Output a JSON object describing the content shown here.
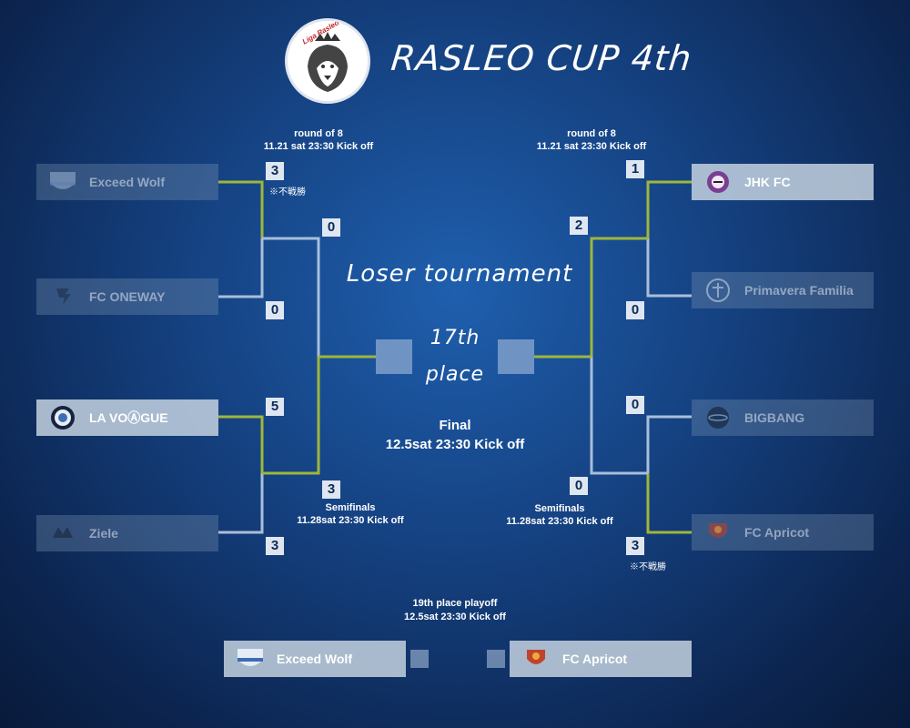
{
  "header": {
    "title": "RASLEO CUP 4th",
    "logo_text": "Liga Rasleo"
  },
  "center": {
    "tournament_title": "Loser tournament",
    "place_line1": "17th",
    "place_line2": "place",
    "final_title": "Final",
    "final_time": "12.5sat 23:30 Kick off"
  },
  "left": {
    "round_title": "round of 8",
    "round_time": "11.21 sat 23:30 Kick off",
    "teams": [
      {
        "name": "Exceed Wolf",
        "score": "3",
        "status": "lose"
      },
      {
        "name": "FC ONEWAY",
        "score": "0",
        "status": "lose"
      },
      {
        "name": "LA VOⒶGUE",
        "score": "5",
        "status": "win"
      },
      {
        "name": "Ziele",
        "score": "3",
        "status": "lose"
      }
    ],
    "walkover_note": "※不戦勝",
    "semi_scores": [
      "0",
      "3"
    ],
    "semi_title": "Semifinals",
    "semi_time": "11.28sat 23:30 Kick off"
  },
  "right": {
    "round_title": "round of 8",
    "round_time": "11.21 sat 23:30 Kick off",
    "teams": [
      {
        "name": "JHK FC",
        "score": "1",
        "status": "win"
      },
      {
        "name": "Primavera Familia",
        "score": "0",
        "status": "lose"
      },
      {
        "name": "BIGBANG",
        "score": "0",
        "status": "lose"
      },
      {
        "name": "FC Apricot",
        "score": "3",
        "status": "lose"
      }
    ],
    "walkover_note": "※不戦勝",
    "semi_scores": [
      "2",
      "0"
    ],
    "semi_title": "Semifinals",
    "semi_time": "11.28sat 23:30 Kick off"
  },
  "playoff": {
    "title": "19th place playoff",
    "time": "12.5sat 23:30 Kick off",
    "team_left": "Exceed Wolf",
    "team_right": "FC Apricot"
  },
  "colors": {
    "winner_line": "#9fb63c",
    "loser_line": "#a9bedb"
  }
}
